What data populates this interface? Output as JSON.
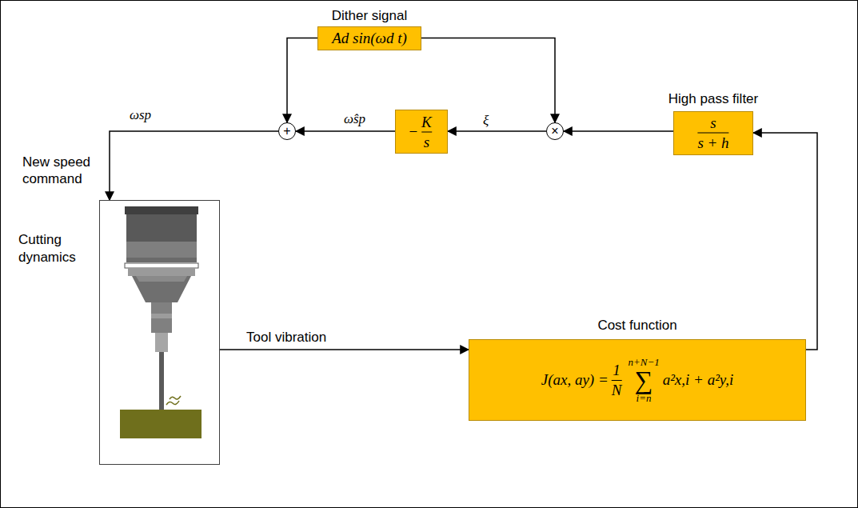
{
  "diagram": {
    "nodes": [
      {
        "text": [
          "Dither signal",
          "Ad sin(ωd t)"
        ]
      },
      {
        "text": [
          "+"
        ]
      },
      {
        "text": [
          "−",
          "K",
          "s"
        ]
      },
      {
        "text": [
          "×"
        ]
      },
      {
        "text": [
          "High pass filter",
          "s",
          "s + h"
        ]
      },
      {
        "text": [
          "Cost function",
          "J(ax, ay) =",
          "1",
          "N",
          "n+N−1",
          "∑",
          "i=n",
          "a²x,i + a²y,i"
        ]
      },
      {
        "text": [
          "Cutting dynamics"
        ]
      }
    ],
    "edges": [
      {
        "from": 0,
        "to": 1,
        "arrow": "to"
      },
      {
        "from": 0,
        "to": 3,
        "arrow": "to"
      },
      {
        "from": 3,
        "to": 2,
        "label": "ξ",
        "arrow": "to"
      },
      {
        "from": 2,
        "to": 1,
        "label": "ω̂sp",
        "arrow": "to"
      },
      {
        "from": 1,
        "to": 6,
        "label": "ωsp",
        "arrow": "to"
      },
      {
        "from": 6,
        "to": 5,
        "label": "Tool vibration",
        "arrow": "to"
      },
      {
        "from": 5,
        "to": 4,
        "arrow": "to"
      },
      {
        "from": 4,
        "to": 3,
        "arrow": "to"
      }
    ],
    "labels": [
      "New speed command"
    ]
  }
}
